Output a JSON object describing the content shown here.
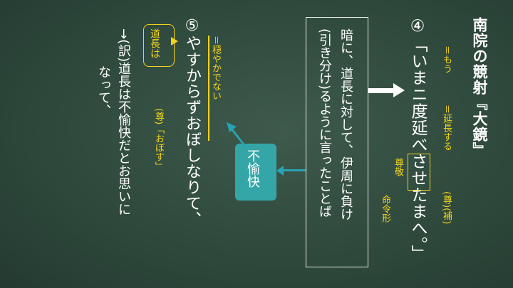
{
  "slide": {
    "title": "南院の競射『大鏡』",
    "line4": "④「いまニ度延べさせたまへ。」",
    "gloss_mou": "＝もう",
    "gloss_encho": "＝延長する",
    "gloss_sonho": "(尊)(補)",
    "gloss_sonkei": "尊敬",
    "gloss_meirei": "命令形",
    "box_text_1": "暗に、道長に対して、伊周に負け",
    "box_text_2": "(引き分け)るように言ったことば",
    "label_fuyu": "不愉快",
    "line5": "⑤やすからずおぼしなりて、",
    "gloss_odayaka": "＝穏やかでない",
    "gloss_obosu": "(尊)「おぼす」",
    "chip_label": "道長は",
    "trans_1": "→(訳)道長は不愉快だとお思いに",
    "trans_2": "なって、"
  },
  "colors": {
    "background": "#344f42",
    "accent_yellow": "#f2d21b",
    "teal": "#34a6a8",
    "white": "#ffffff"
  }
}
